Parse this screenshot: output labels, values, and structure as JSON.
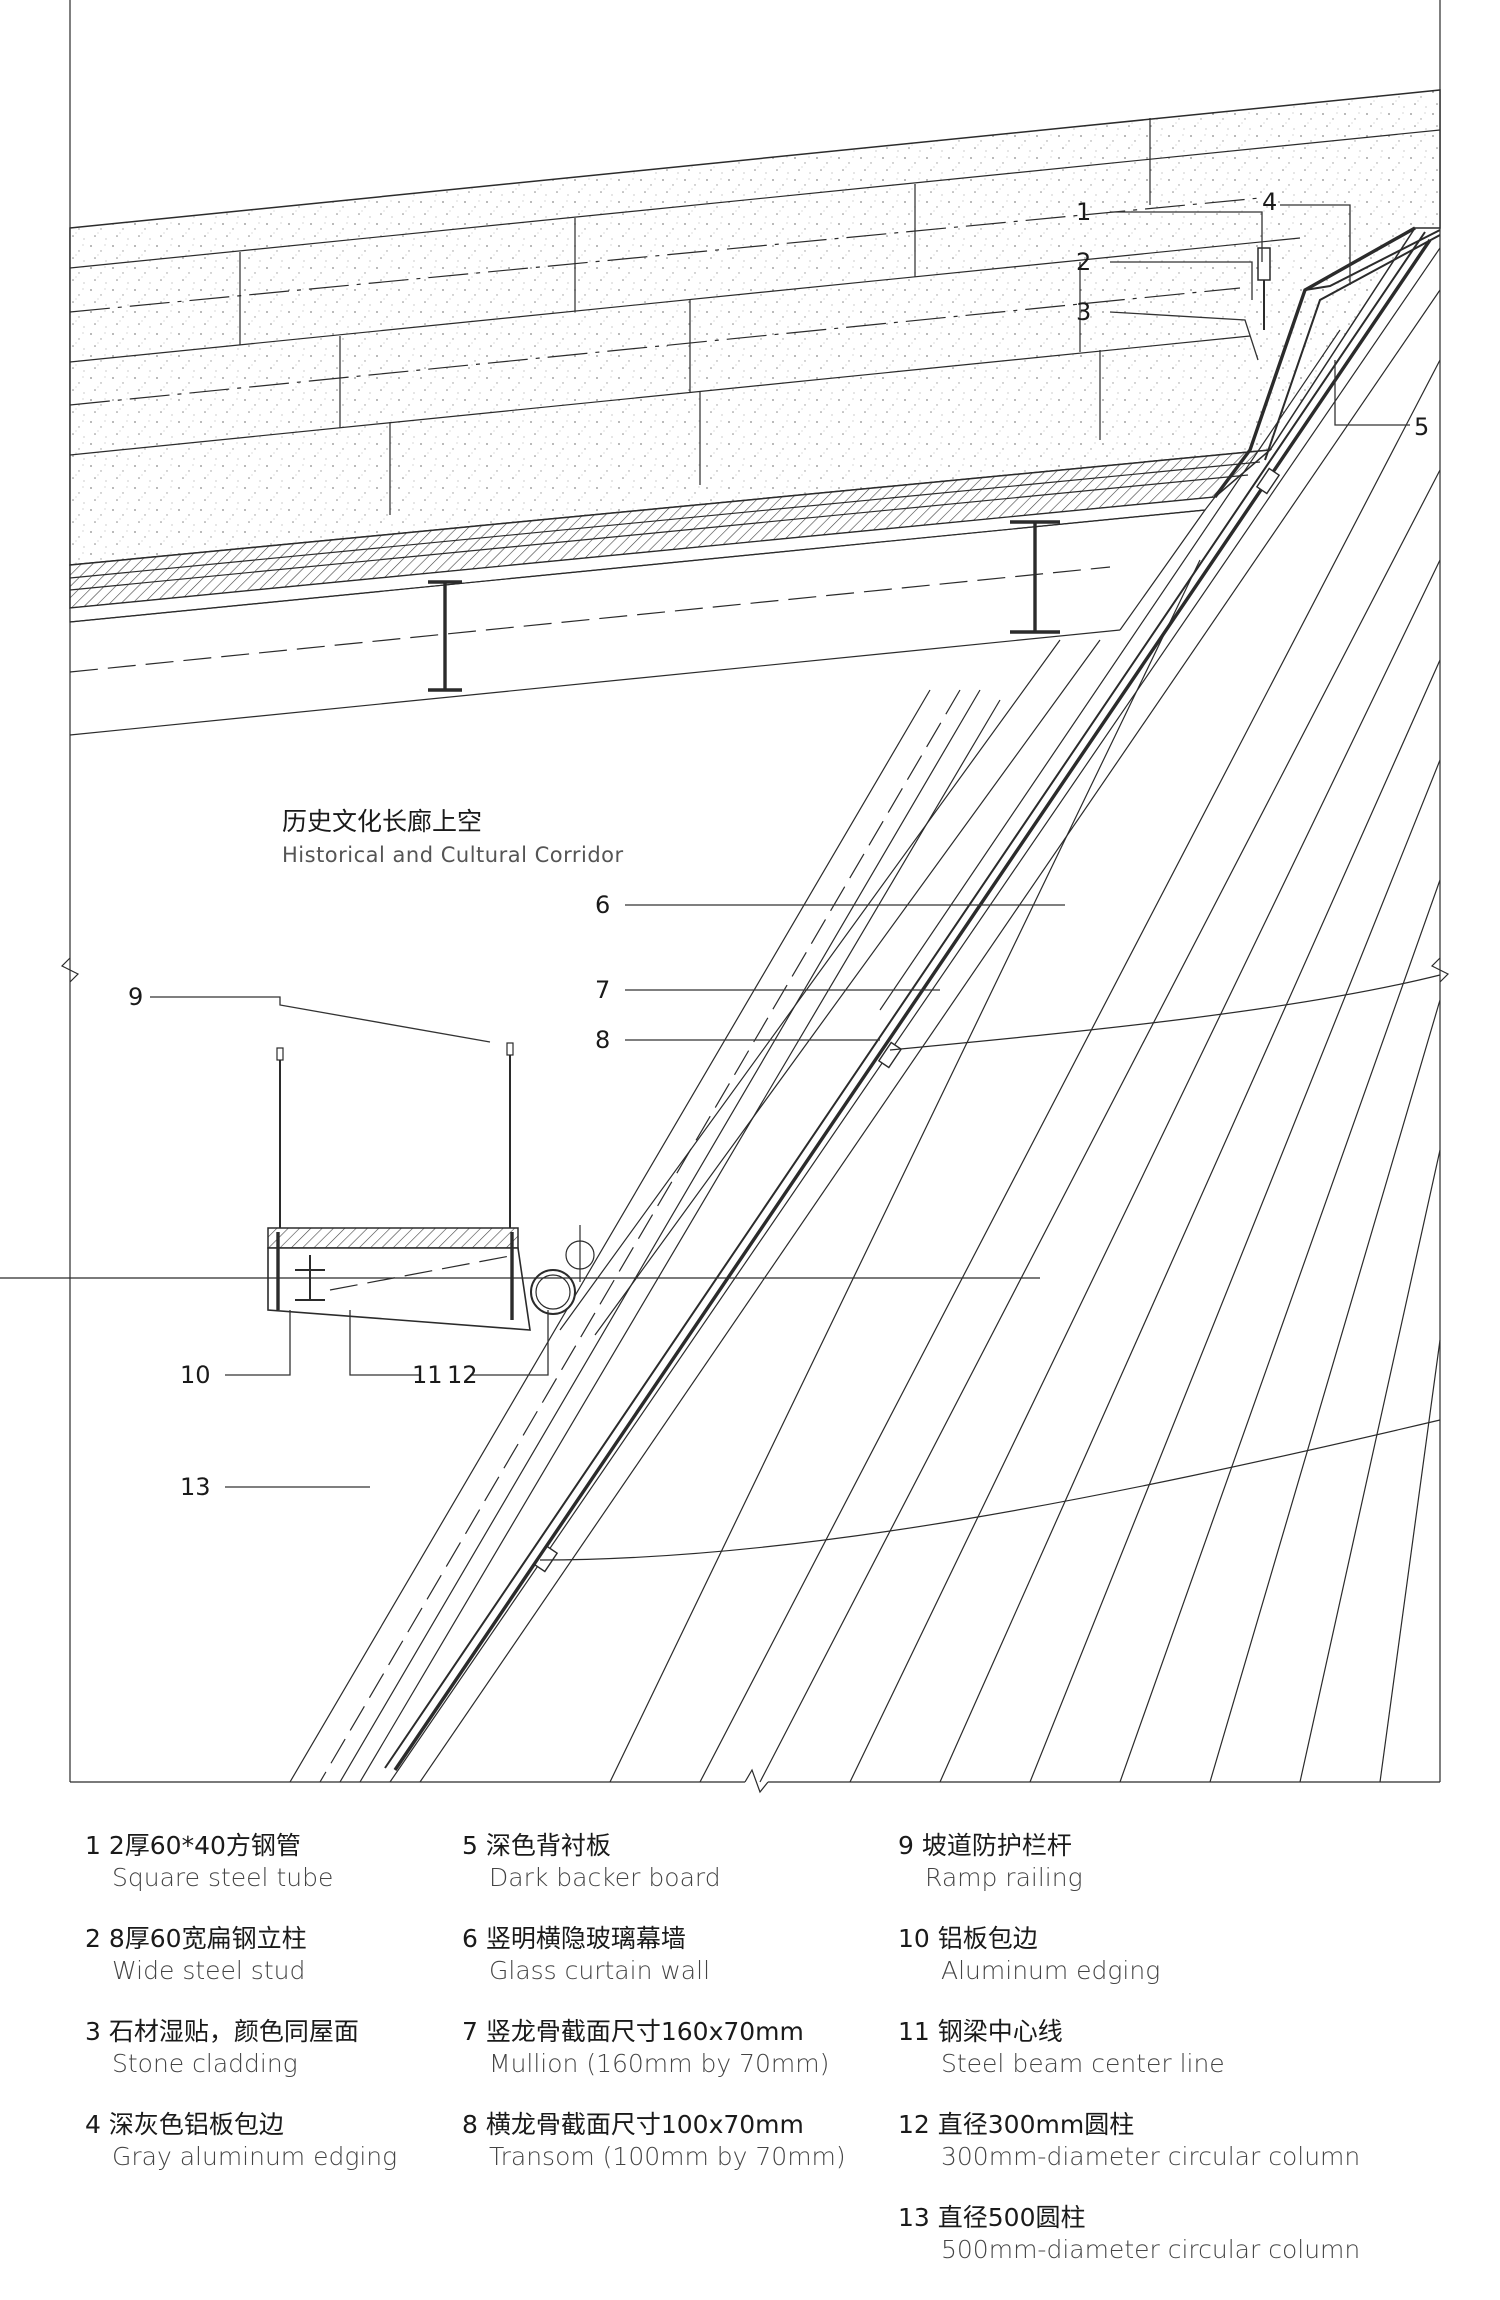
{
  "drawing": {
    "caption_cn": "历史文化长廊上空",
    "caption_en": "Historical and Cultural Corridor",
    "callouts": [
      "1",
      "2",
      "3",
      "4",
      "5",
      "6",
      "7",
      "8",
      "9",
      "10",
      "11",
      "12",
      "13"
    ]
  },
  "legend": [
    {
      "num": "1",
      "cn": "2厚60*40方钢管",
      "en": "Square steel tube"
    },
    {
      "num": "2",
      "cn": "8厚60宽扁钢立柱",
      "en": "Wide steel stud"
    },
    {
      "num": "3",
      "cn": "石材湿贴，颜色同屋面",
      "en": "Stone cladding"
    },
    {
      "num": "4",
      "cn": "深灰色铝板包边",
      "en": "Gray aluminum edging"
    },
    {
      "num": "5",
      "cn": "深色背衬板",
      "en": "Dark backer board"
    },
    {
      "num": "6",
      "cn": "竖明横隐玻璃幕墙",
      "en": "Glass curtain wall"
    },
    {
      "num": "7",
      "cn": "竖龙骨截面尺寸160x70mm",
      "en": "Mullion (160mm by 70mm)"
    },
    {
      "num": "8",
      "cn": "横龙骨截面尺寸100x70mm",
      "en": "Transom (100mm by 70mm)"
    },
    {
      "num": "9",
      "cn": "坡道防护栏杆",
      "en": "Ramp railing"
    },
    {
      "num": "10",
      "cn": "铝板包边",
      "en": "Aluminum edging"
    },
    {
      "num": "11",
      "cn": "钢梁中心线",
      "en": "Steel beam center line"
    },
    {
      "num": "12",
      "cn": "直径300mm圆柱",
      "en": "300mm-diameter circular column"
    },
    {
      "num": "13",
      "cn": "直径500圆柱",
      "en": "500mm-diameter circular column"
    }
  ]
}
